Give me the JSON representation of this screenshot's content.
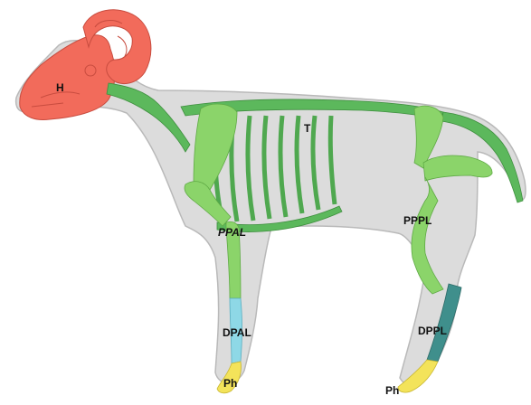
{
  "labels": {
    "head": "H",
    "trunk": "T",
    "ppal": "PPAL",
    "pppl": "PPPL",
    "dpal": "DPAL",
    "dppl": "DPPL",
    "ph_fore": "Ph",
    "ph_hind": "Ph"
  },
  "colors": {
    "background": "#ffffff",
    "body_silhouette": "#dcdcdc",
    "body_outline": "#b9b9b9",
    "head": "#f26b5b",
    "trunk": "#5cb85c",
    "proximal_limb": "#8bd46a",
    "distal_fore": "#8ed8e6",
    "distal_hind": "#3f8f8c",
    "phalanges": "#f3e35a"
  }
}
